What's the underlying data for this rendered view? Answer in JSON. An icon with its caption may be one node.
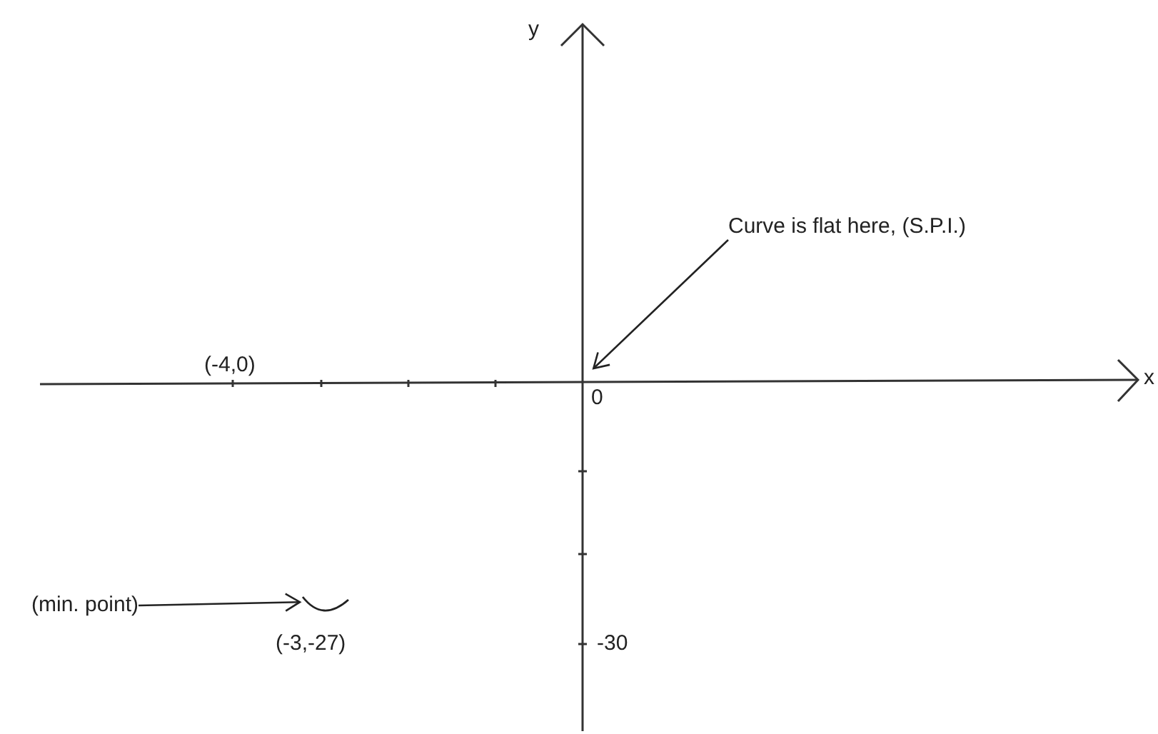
{
  "diagram": {
    "nodes": [
      {
        "text": [
          "Curve is flat here, (S.P.I.)"
        ]
      },
      {
        "text": [
          "0"
        ]
      },
      {
        "text": [
          "(min. point)"
        ]
      },
      {
        "text": [],
        "shape": "picture"
      }
    ],
    "edges": [
      {
        "from": 0,
        "to": 1,
        "arrow": "to"
      },
      {
        "from": 2,
        "to": 3,
        "arrow": "to"
      }
    ],
    "labels": [
      "y",
      "(-4,0)",
      "x",
      "(-3,-27)",
      "-30"
    ]
  }
}
